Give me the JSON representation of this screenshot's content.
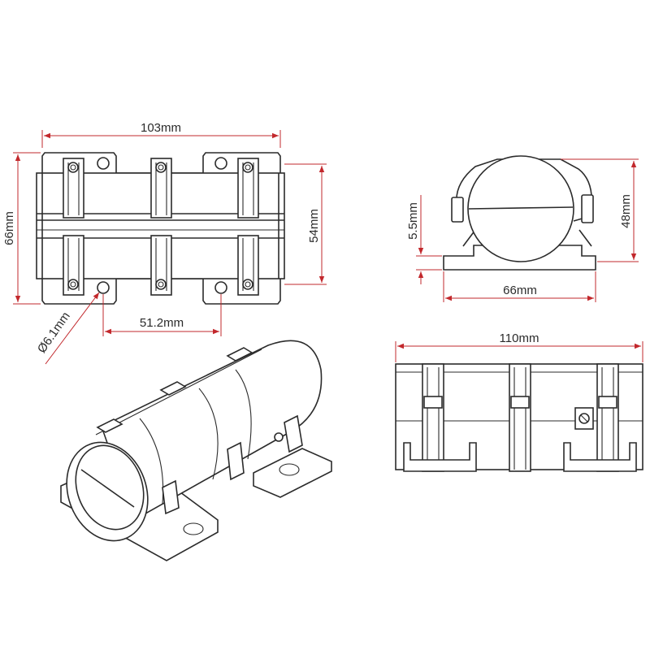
{
  "colors": {
    "dimension": "#c2282c",
    "outline": "#2b2b2b",
    "background": "#ffffff"
  },
  "top_view": {
    "width_label": "103mm",
    "height_label": "66mm",
    "inner_height_label": "54mm",
    "hole_label": "Ø6.1mm",
    "hole_spacing_label": "51.2mm"
  },
  "end_view": {
    "base_height_label": "5.5mm",
    "height_label": "48mm",
    "width_label": "66mm"
  },
  "side_view": {
    "length_label": "110mm"
  }
}
